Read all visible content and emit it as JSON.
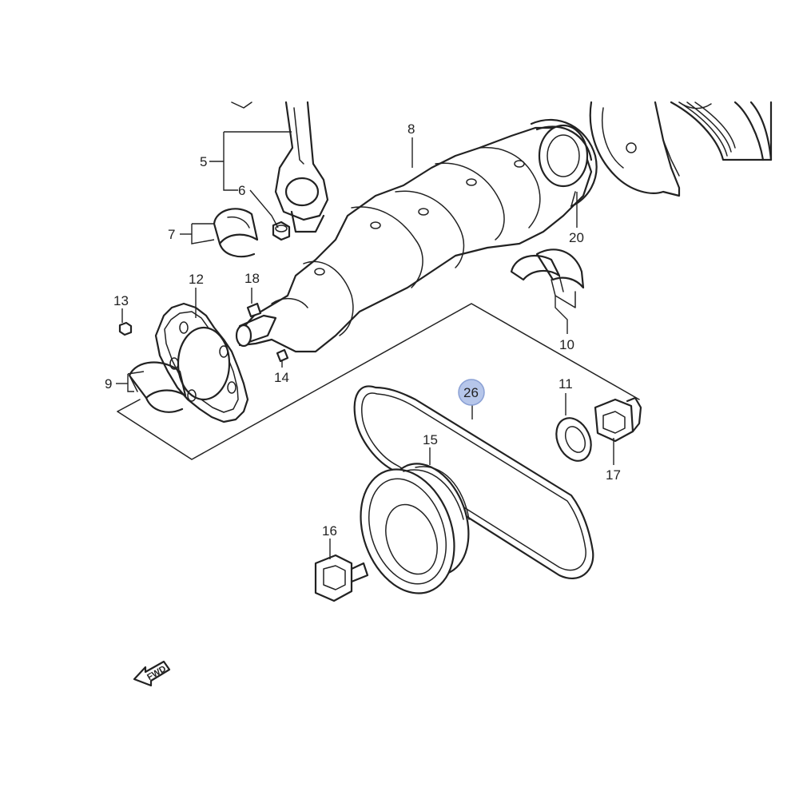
{
  "callouts": {
    "c5": "5",
    "c6": "6",
    "c7": "7",
    "c8": "8",
    "c9": "9",
    "c10": "10",
    "c11": "11",
    "c12": "12",
    "c13": "13",
    "c14": "14",
    "c15": "15",
    "c16": "16",
    "c17": "17",
    "c18": "18",
    "c20": "20",
    "c26": "26"
  },
  "selected_callout": "26",
  "highlight_color": "#b6c6ea",
  "direction_marker": {
    "label": "FWD",
    "icon": "forward-arrow-icon"
  }
}
